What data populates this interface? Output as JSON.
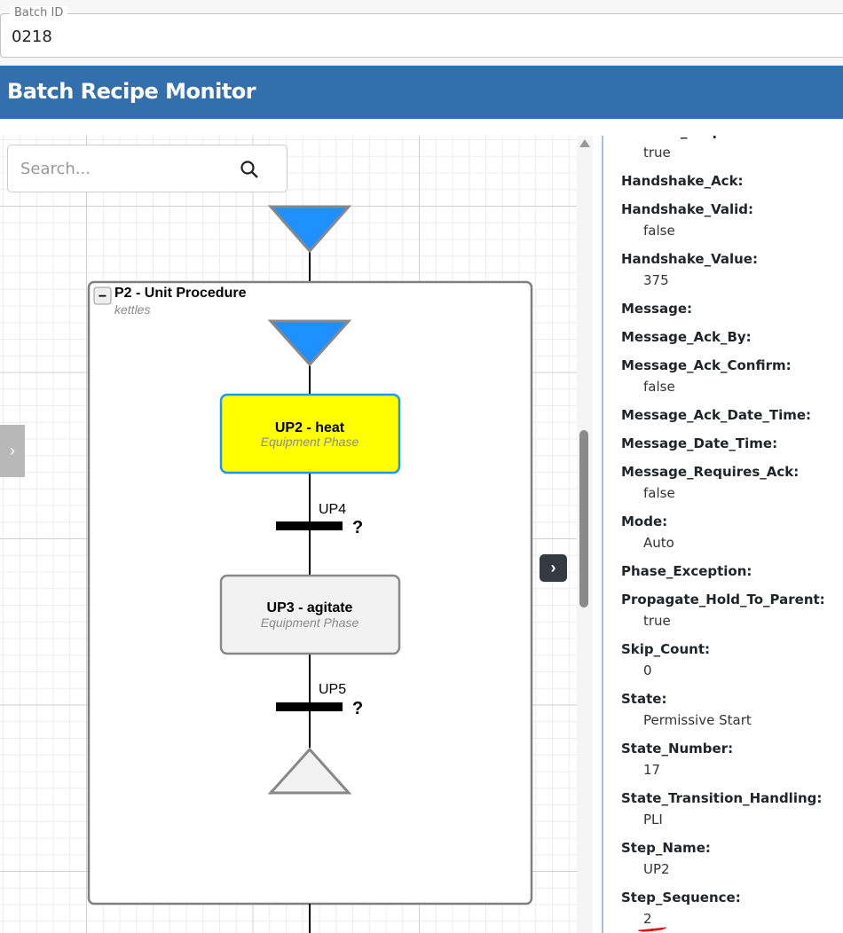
{
  "batch_field": {
    "label": "Batch ID",
    "value": "0218"
  },
  "header": {
    "title": "Batch Recipe Monitor"
  },
  "search": {
    "placeholder": "Search..."
  },
  "diagram": {
    "unit_procedure": {
      "title": "P2 - Unit Procedure",
      "subtitle": "kettles",
      "collapse_symbol": "−"
    },
    "phases": [
      {
        "title": "UP2 - heat",
        "subtitle": "Equipment Phase",
        "fill": "#ffff00",
        "border": "#2196f3"
      },
      {
        "title": "UP3 - agitate",
        "subtitle": "Equipment Phase",
        "fill": "#f2f2f2",
        "border": "#888888"
      }
    ],
    "transitions": [
      {
        "label": "UP4",
        "status": "?"
      },
      {
        "label": "UP5",
        "status": "?"
      }
    ],
    "colors": {
      "start_triangle": "#1e90ff",
      "end_triangle": "#f2f2f2"
    }
  },
  "controls": {
    "left_panel_toggle": "›",
    "right_panel_toggle": "›"
  },
  "properties": [
    {
      "label": "Execute_Step:",
      "value": "true"
    },
    {
      "label": "Handshake_Ack:"
    },
    {
      "label": "Handshake_Valid:",
      "value": "false"
    },
    {
      "label": "Handshake_Value:",
      "value": "375"
    },
    {
      "label": "Message:"
    },
    {
      "label": "Message_Ack_By:"
    },
    {
      "label": "Message_Ack_Confirm:",
      "value": "false"
    },
    {
      "label": "Message_Ack_Date_Time:"
    },
    {
      "label": "Message_Date_Time:"
    },
    {
      "label": "Message_Requires_Ack:",
      "value": "false"
    },
    {
      "label": "Mode:",
      "value": "Auto"
    },
    {
      "label": "Phase_Exception:"
    },
    {
      "label": "Propagate_Hold_To_Parent:",
      "value": "true"
    },
    {
      "label": "Skip_Count:",
      "value": "0"
    },
    {
      "label": "State:",
      "value": "Permissive Start"
    },
    {
      "label": "State_Number:",
      "value": "17"
    },
    {
      "label": "State_Transition_Handling:",
      "value": "PLI"
    },
    {
      "label": "Step_Name:",
      "value": "UP2"
    },
    {
      "label": "Step_Sequence:",
      "value": "2"
    }
  ]
}
